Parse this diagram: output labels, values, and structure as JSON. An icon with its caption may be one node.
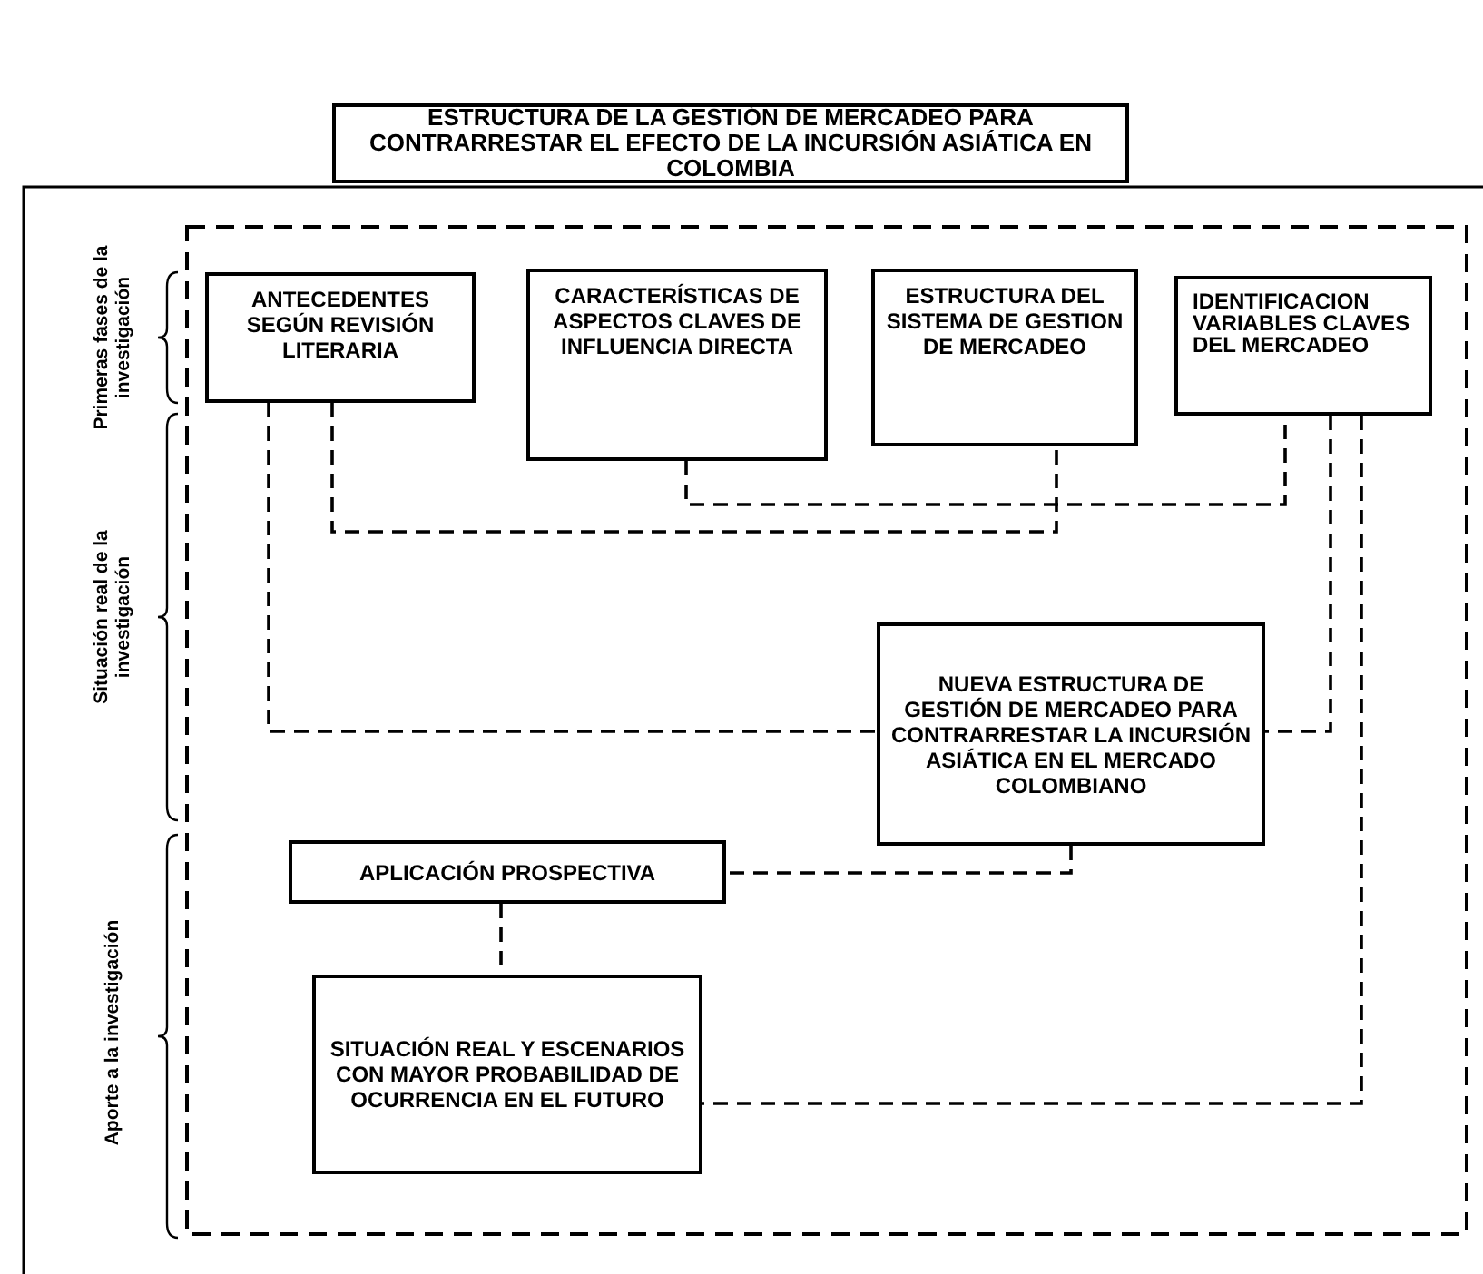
{
  "diagram": {
    "nodes": [
      {
        "text": [
          "ESTRUCTURA DE LA GESTIÓN DE MERCADEO PARA CONTRARRESTAR EL EFECTO DE LA INCURSIÓN ASIÁTICA EN COLOMBIA"
        ]
      },
      {
        "text": [
          "ANTECEDENTES SEGÚN REVISIÓN LITERARIA"
        ]
      },
      {
        "text": [
          "CARACTERÍSTICAS DE ASPECTOS CLAVES DE INFLUENCIA DIRECTA"
        ]
      },
      {
        "text": [
          "ESTRUCTURA DEL SISTEMA DE GESTION DE MERCADEO"
        ]
      },
      {
        "text": [
          "IDENTIFICACION VARIABLES CLAVES DEL MERCADEO"
        ]
      },
      {
        "text": [
          "NUEVA ESTRUCTURA DE GESTIÓN DE MERCADEO PARA CONTRARRESTAR LA INCURSIÓN ASIÁTICA EN EL MERCADO COLOMBIANO"
        ]
      },
      {
        "text": [
          "APLICACIÓN PROSPECTIVA"
        ]
      },
      {
        "text": [
          "SITUACIÓN REAL Y ESCENARIOS CON MAYOR PROBABILIDAD DE OCURRENCIA EN EL FUTURO"
        ]
      }
    ],
    "edges": [
      {
        "from": 1,
        "to": 3,
        "arrow": "none",
        "style": "dashed"
      },
      {
        "from": 2,
        "to": 4,
        "arrow": "none",
        "style": "dashed"
      },
      {
        "from": 1,
        "to": 5,
        "arrow": "none",
        "style": "dashed"
      },
      {
        "from": 4,
        "to": 5,
        "arrow": "none",
        "style": "dashed"
      },
      {
        "from": 5,
        "to": 6,
        "arrow": "none",
        "style": "dashed"
      },
      {
        "from": 6,
        "to": 7,
        "arrow": "none",
        "style": "dashed"
      },
      {
        "from": 4,
        "to": 7,
        "arrow": "none",
        "style": "dashed"
      }
    ],
    "labels": [
      "Primeras fases de la investigación",
      "Situación real de la investigación",
      "Aporte a la investigación"
    ]
  }
}
